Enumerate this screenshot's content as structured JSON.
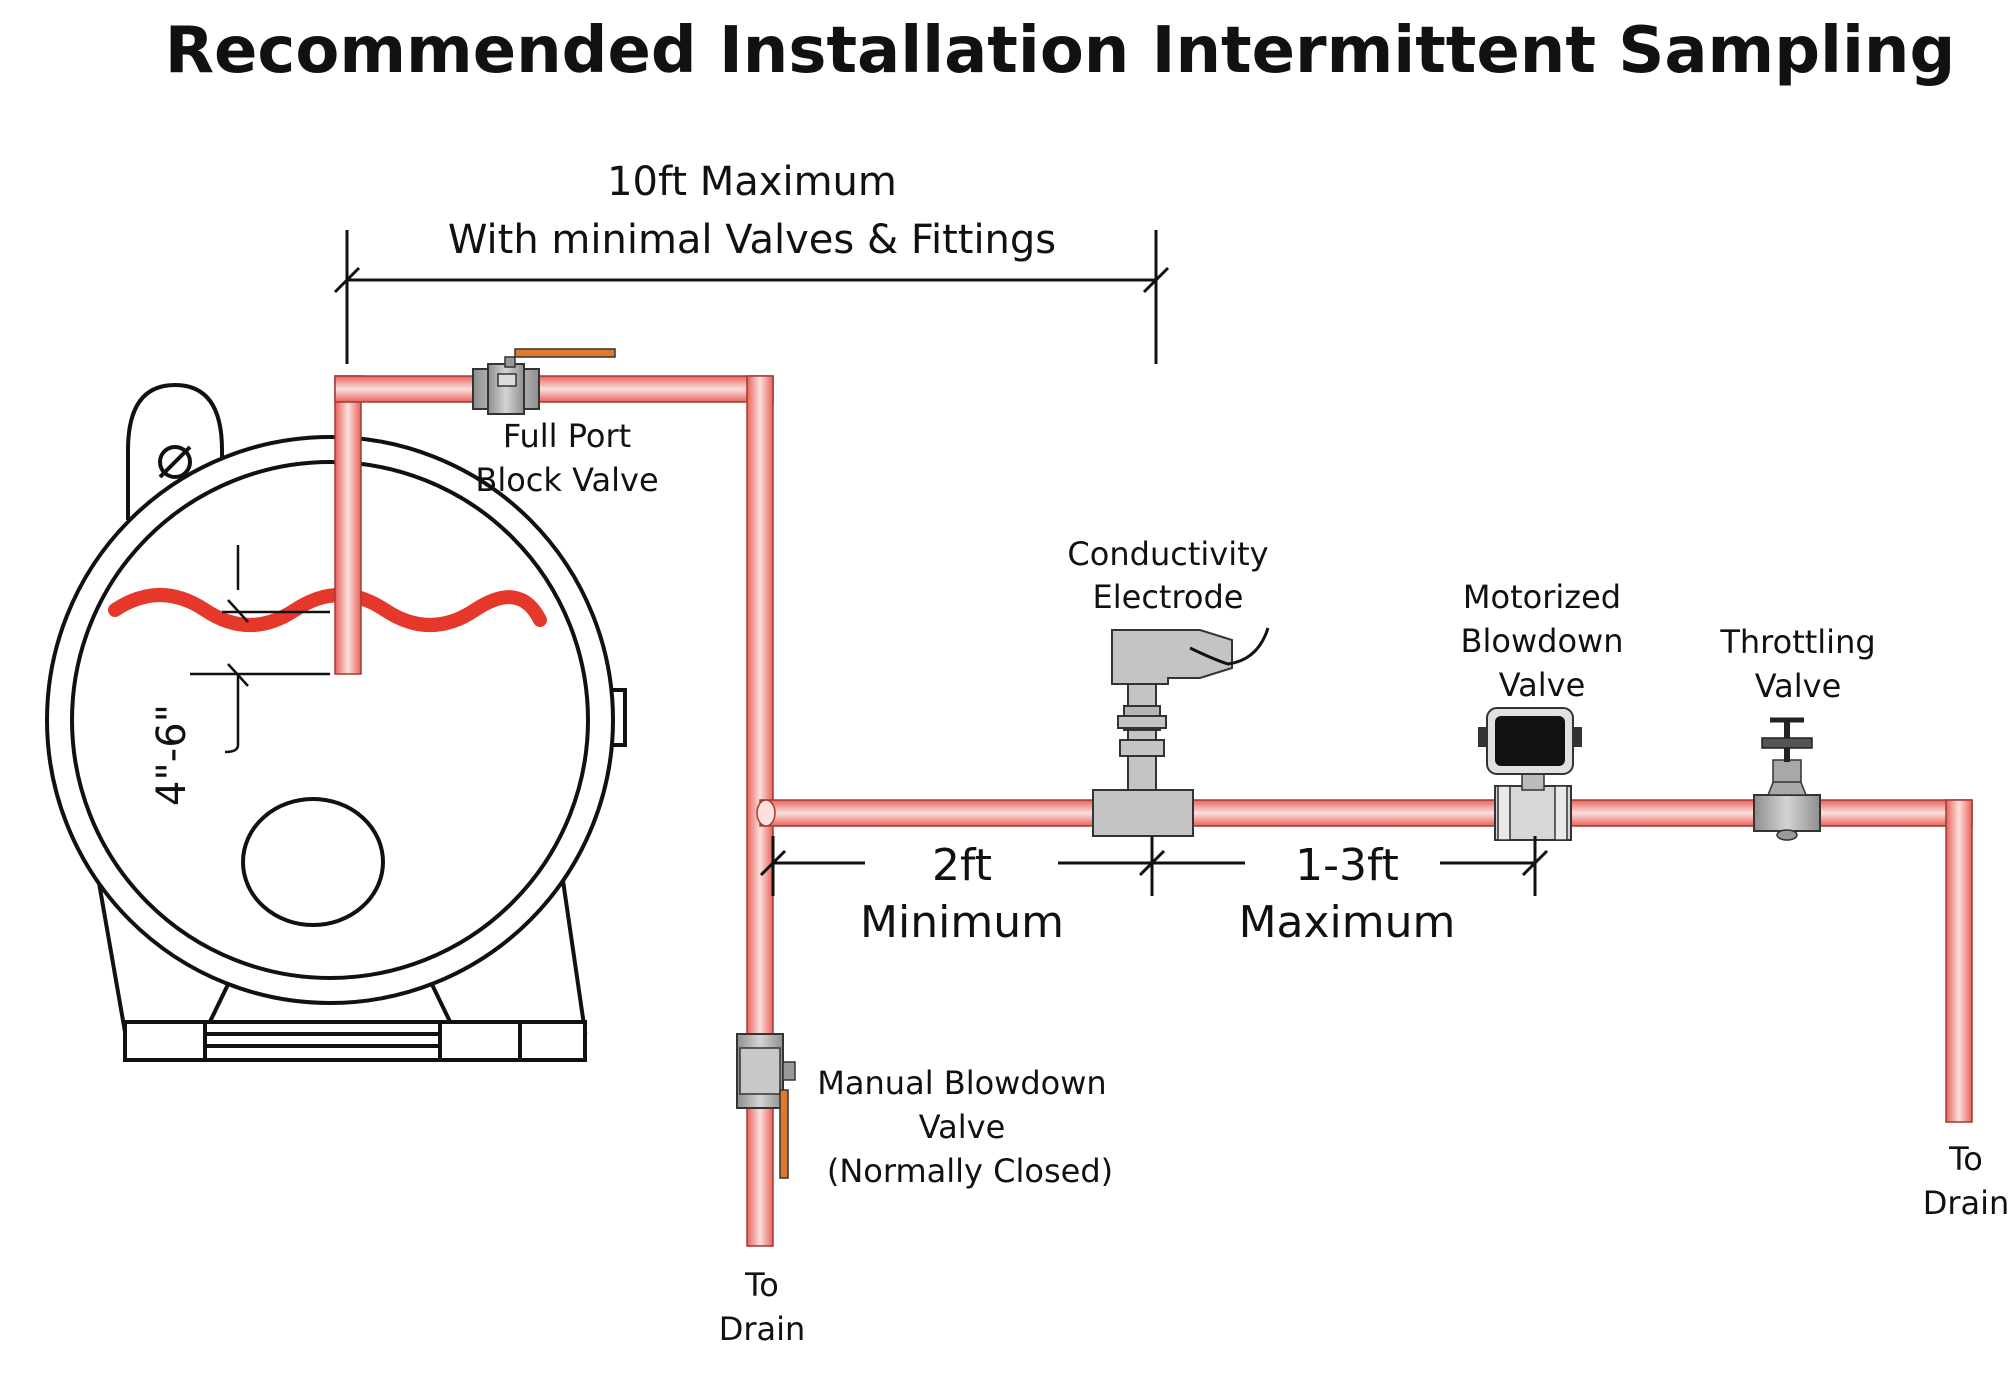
{
  "title": "Recommended Installation Intermittent Sampling",
  "dimensions": {
    "max_length_line1": "10ft Maximum",
    "max_length_line2": "With minimal Valves & Fittings",
    "min_distance_value": "2ft",
    "min_distance_word": "Minimum",
    "range_value": "1-3ft",
    "range_word": "Maximum",
    "depth": "4\"-6\""
  },
  "components": {
    "full_port_block_valve": [
      "Full Port",
      "Block Valve"
    ],
    "conductivity_electrode": [
      "Conductivity",
      "Electrode"
    ],
    "motorized_blowdown_valve": [
      "Motorized",
      "Blowdown",
      "Valve"
    ],
    "throttling_valve": [
      "Throttling",
      "Valve"
    ],
    "manual_blowdown_valve": [
      "Manual Blowdown",
      "Valve",
      "(Normally Closed)"
    ],
    "drain_left": [
      "To",
      "Drain"
    ],
    "drain_right": [
      "To",
      "Drain"
    ]
  },
  "colors": {
    "pipe": "#e8635a",
    "pipe_highlight": "#fbe0dd",
    "water_line": "#e5372a",
    "handle": "#e07a2e",
    "valve_body": "#b5b5b5",
    "motor": "#111111"
  }
}
